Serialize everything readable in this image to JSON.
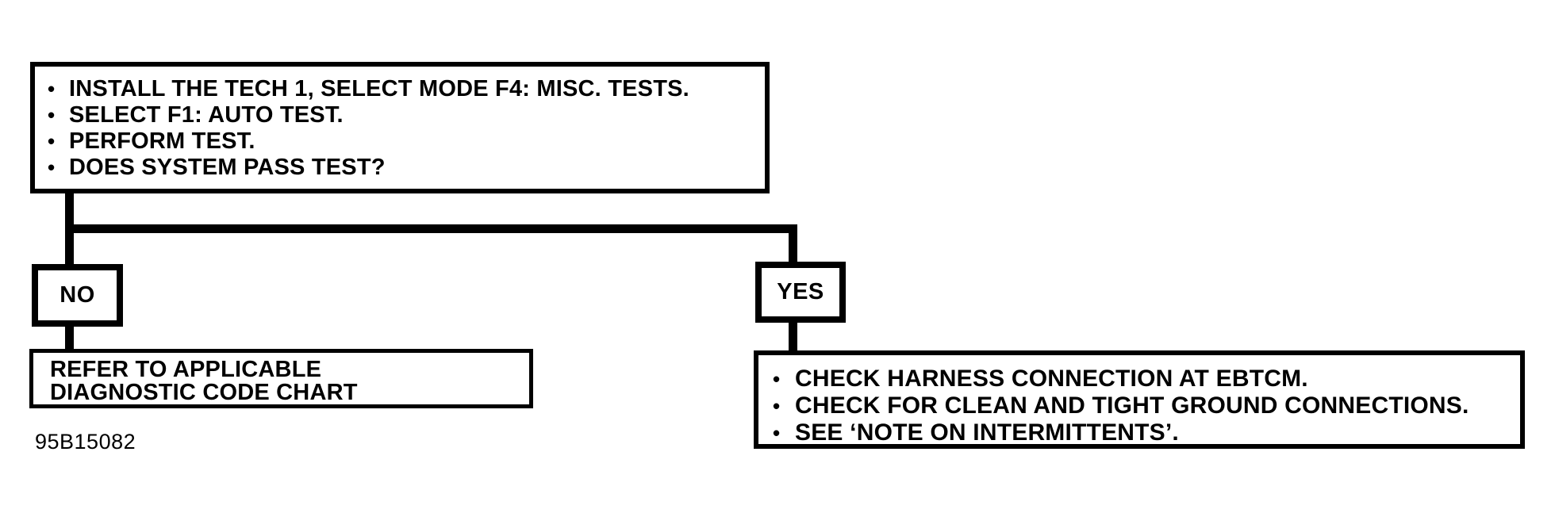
{
  "colors": {
    "ink": "#000000",
    "background": "#ffffff"
  },
  "bullet_glyph": "•",
  "flowchart": {
    "step_box": {
      "lines": [
        "INSTALL THE TECH 1, SELECT MODE F4: MISC. TESTS.",
        "SELECT F1: AUTO TEST.",
        "PERFORM TEST.",
        "DOES SYSTEM PASS TEST?"
      ]
    },
    "no_branch": {
      "label": "NO",
      "result_lines": [
        "REFER TO APPLICABLE",
        "DIAGNOSTIC CODE CHART"
      ]
    },
    "yes_branch": {
      "label": "YES",
      "result_lines": [
        "CHECK HARNESS CONNECTION AT EBTCM.",
        "CHECK FOR CLEAN AND TIGHT GROUND CONNECTIONS.",
        "SEE ‘NOTE ON INTERMITTENTS’."
      ]
    },
    "figure_id": "95B15082"
  }
}
